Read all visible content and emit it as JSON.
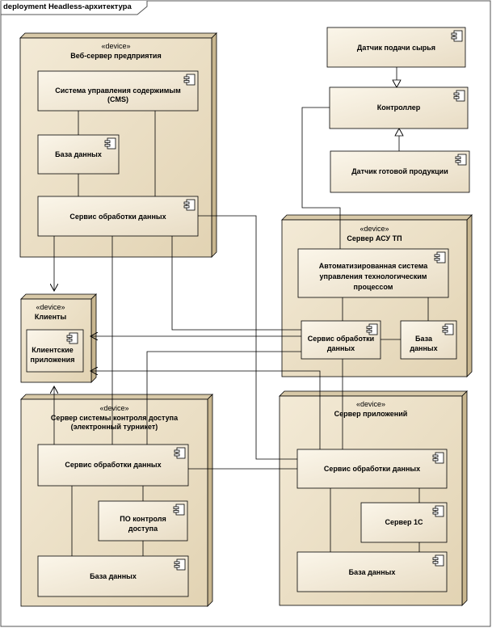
{
  "frame_title": "deployment Headless-архитектура",
  "stereotype": "«device»",
  "nodes": {
    "web_server": "Веб-сервер предприятия",
    "clients": "Клиенты",
    "acs_server": "Сервер АСУ ТП",
    "access_server_line1": "Сервер системы контроля доступа",
    "access_server_line2": "(электронный турникет)",
    "app_server": "Сервер приложений"
  },
  "components": {
    "cms_line1": "Система управления содержимым",
    "cms_line2": "(CMS)",
    "web_db": "База данных",
    "web_service": "Сервис обработки данных",
    "client_apps_line1": "Клиентские",
    "client_apps_line2": "приложения",
    "raw_sensor": "Датчик подачи сырья",
    "controller": "Контроллер",
    "product_sensor": "Датчик готовой продукции",
    "acs_system_line1": "Автоматизированная система",
    "acs_system_line2": "управления технологическим",
    "acs_system_line3": "процессом",
    "acs_service_line1": "Сервис обработки",
    "acs_service_line2": "данных",
    "acs_db_line1": "База",
    "acs_db_line2": "данных",
    "access_service": "Сервис обработки данных",
    "access_software_line1": "ПО контроля",
    "access_software_line2": "доступа",
    "access_db": "База данных",
    "app_service": "Сервис обработки данных",
    "server_1c": "Сервер 1С",
    "app_db": "База данных"
  }
}
